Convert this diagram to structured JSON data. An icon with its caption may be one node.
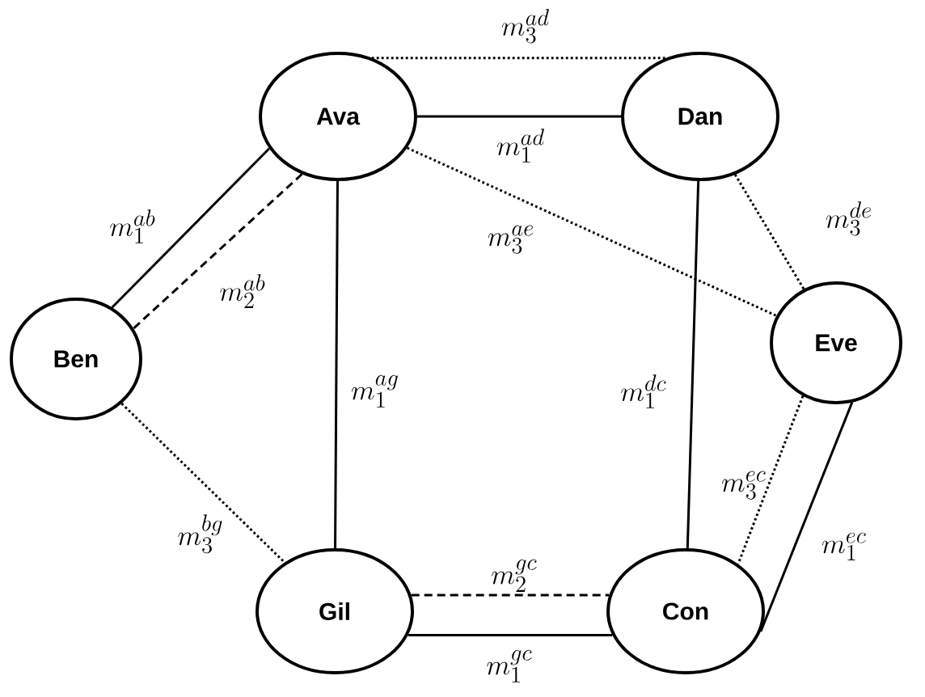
{
  "diagram": {
    "nodes": [
      {
        "text": [
          "Ava"
        ]
      },
      {
        "text": [
          "Ben"
        ]
      },
      {
        "text": [
          "Dan"
        ]
      },
      {
        "text": [
          "Eve"
        ]
      },
      {
        "text": [
          "Gil"
        ]
      },
      {
        "text": [
          "Con"
        ]
      }
    ],
    "edges": [
      {
        "from": 0,
        "to": 2,
        "arrow": "none",
        "style": "dashed",
        "label": "m_{3}^{ad}"
      },
      {
        "from": 0,
        "to": 2,
        "arrow": "none",
        "label": "m_{1}^{ad}"
      },
      {
        "from": 0,
        "to": 1,
        "arrow": "none",
        "label": "m_{1}^{ab}"
      },
      {
        "from": 0,
        "to": 1,
        "arrow": "none",
        "style": "dashed",
        "label": "m_{2}^{ab}"
      },
      {
        "from": 0,
        "to": 3,
        "arrow": "none",
        "style": "dashed",
        "label": "m_{3}^{ae}"
      },
      {
        "from": 0,
        "to": 4,
        "arrow": "none",
        "label": "m_{1}^{ag}"
      },
      {
        "from": 2,
        "to": 3,
        "arrow": "none",
        "style": "dashed",
        "label": "m_{3}^{de}"
      },
      {
        "from": 2,
        "to": 5,
        "arrow": "none",
        "label": "m_{1}^{dc}"
      },
      {
        "from": 1,
        "to": 4,
        "arrow": "none",
        "style": "dashed",
        "label": "m_{3}^{bg}"
      },
      {
        "from": 4,
        "to": 5,
        "arrow": "none",
        "style": "dashed",
        "label": "m_{2}^{gc}"
      },
      {
        "from": 4,
        "to": 5,
        "arrow": "none",
        "label": "m_{1}^{gc}"
      },
      {
        "from": 3,
        "to": 5,
        "arrow": "none",
        "style": "dashed",
        "label": "m_{3}^{ec}"
      },
      {
        "from": 3,
        "to": 5,
        "arrow": "none",
        "label": "m_{1}^{ec}"
      }
    ]
  }
}
